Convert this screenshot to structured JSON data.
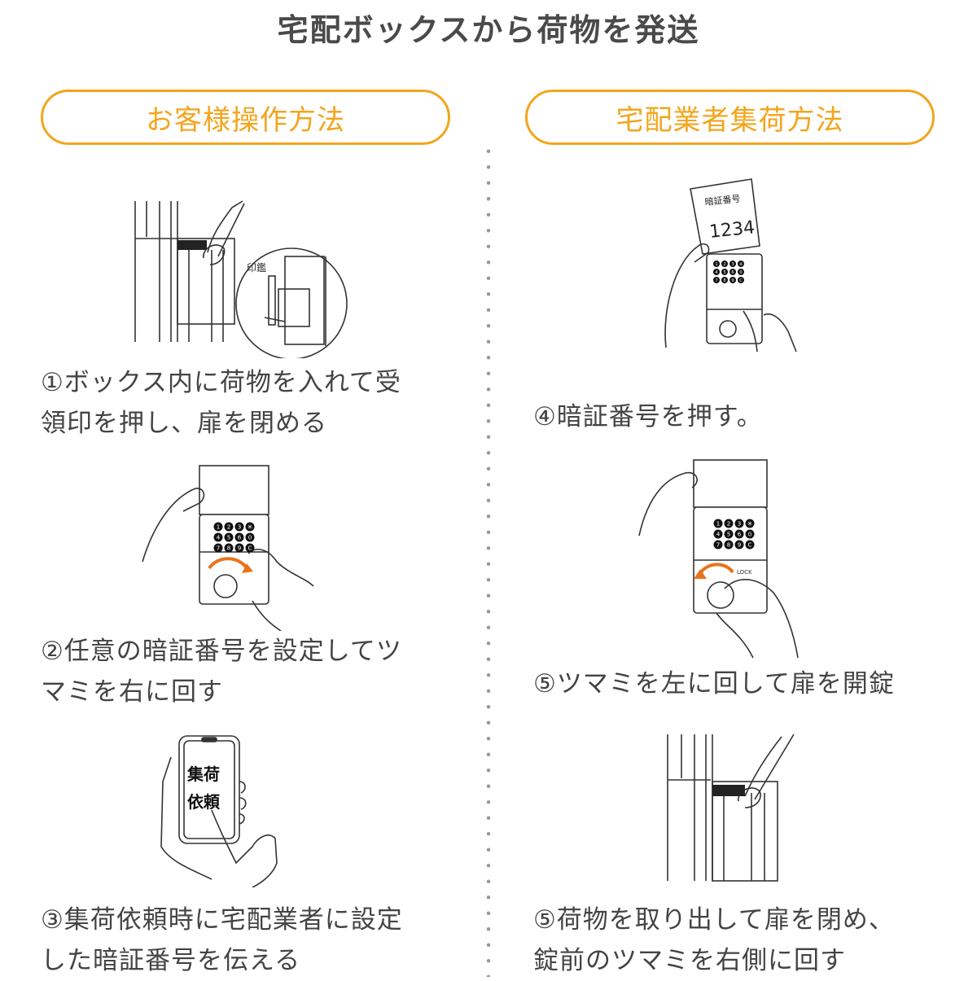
{
  "title": "宅配ボックスから荷物を発送",
  "sections": {
    "customer": {
      "label": "お客様操作方法"
    },
    "courier": {
      "label": "宅配業者集荷方法"
    }
  },
  "steps": {
    "s1": "①ボックス内に荷物を入れて受\n領印を押し、扉を閉める",
    "s2": "②任意の暗証番号を設定してツ\nマミを右に回す",
    "s3": "③集荷依頼時に宅配業者に設定\nした暗証番号を伝える",
    "s4": "④暗証番号を押す。",
    "s5": "⑤ツマミを左に回して扉を開錠",
    "s6": "⑤荷物を取り出して扉を閉め、\n錠前のツマミを右側に回す"
  },
  "illustrations": {
    "inkan_label": "印鑑",
    "note_title": "暗証番号",
    "note_code": "1234",
    "phone_text_line1": "集荷",
    "phone_text_line2": "依頼",
    "keypad_keys": [
      "1",
      "2",
      "3",
      "※",
      "4",
      "5",
      "6",
      "0",
      "7",
      "8",
      "9",
      "C"
    ],
    "lock_label": "LOCK"
  },
  "colors": {
    "accent": "#f3a51d",
    "arrow": "#e8731c",
    "text": "#444444",
    "line": "#333333"
  }
}
